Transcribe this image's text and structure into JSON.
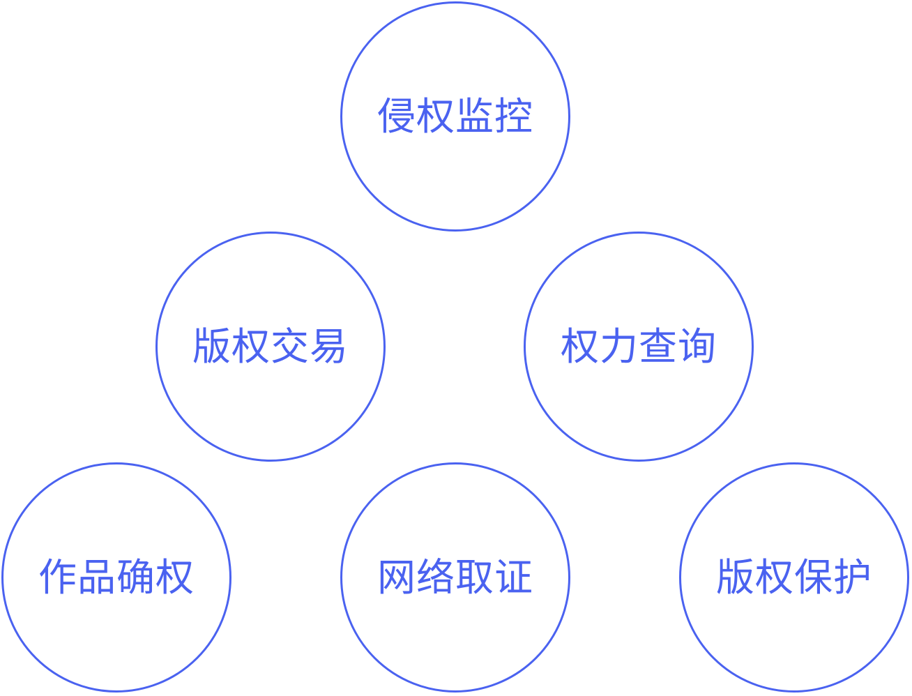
{
  "accent_color": "#4a62f0",
  "nodes": [
    {
      "id": "infringement-monitoring",
      "label": "侵权监控"
    },
    {
      "id": "copyright-trading",
      "label": "版权交易"
    },
    {
      "id": "rights-query",
      "label": "权力查询"
    },
    {
      "id": "work-rights-confirmation",
      "label": "作品确权"
    },
    {
      "id": "network-evidence",
      "label": "网络取证"
    },
    {
      "id": "copyright-protection",
      "label": "版权保护"
    }
  ]
}
